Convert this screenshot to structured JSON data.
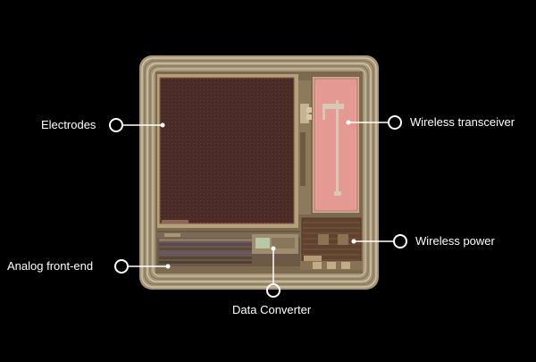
{
  "diagram": {
    "labels": {
      "electrodes": "Electrodes",
      "wireless_transceiver": "Wireless transceiver",
      "wireless_power": "Wireless power",
      "analog_front_end": "Analog front-end",
      "data_converter": "Data Converter"
    },
    "colors": {
      "background": "#000000",
      "chip_frame": "#8f7f62",
      "electrode_array": "#4b2b27",
      "transceiver": "#e49a93",
      "wireless_power": "#6a4b33",
      "callout": "#ffffff"
    }
  }
}
